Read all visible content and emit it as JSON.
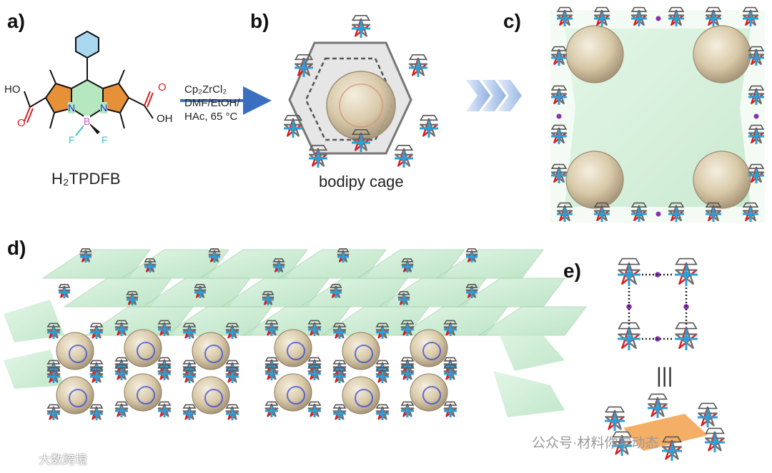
{
  "panels": {
    "a": {
      "label": "a)",
      "compound": "H₂TPDFB",
      "atoms": {
        "hydroxy": "HO",
        "hydroxy2": "OH",
        "o": "O",
        "n": "N",
        "b": "B",
        "f": "F"
      }
    },
    "b": {
      "label": "b)",
      "caption": "bodipy cage",
      "conditions": [
        "Cp₂ZrCl₂",
        "DMF/EtOH/",
        "HAc, 65 °C"
      ]
    },
    "c": {
      "label": "c)"
    },
    "d": {
      "label": "d)"
    },
    "e": {
      "label": "e)",
      "equivalence": "|||"
    }
  },
  "watermarks": [
    "公众号·材料你学动态",
    "大数跨境"
  ],
  "colors": {
    "zirconium": "#2aa0d8",
    "oxygen": "#d42020",
    "carbon": "#6e6e6e",
    "nitrogen": "#2a3fd8",
    "boron": "#d94bd4",
    "fluorine": "#3fbfd0",
    "bodipy_core": "#b6e8c0",
    "phenyl": "#a9d7f0",
    "cage_sphere": "#d8c9a8",
    "channel": "#bfe8c8",
    "arrow": "#3a6fc0",
    "chevron": "#a9c4ea",
    "pore": "#f2a04a"
  }
}
